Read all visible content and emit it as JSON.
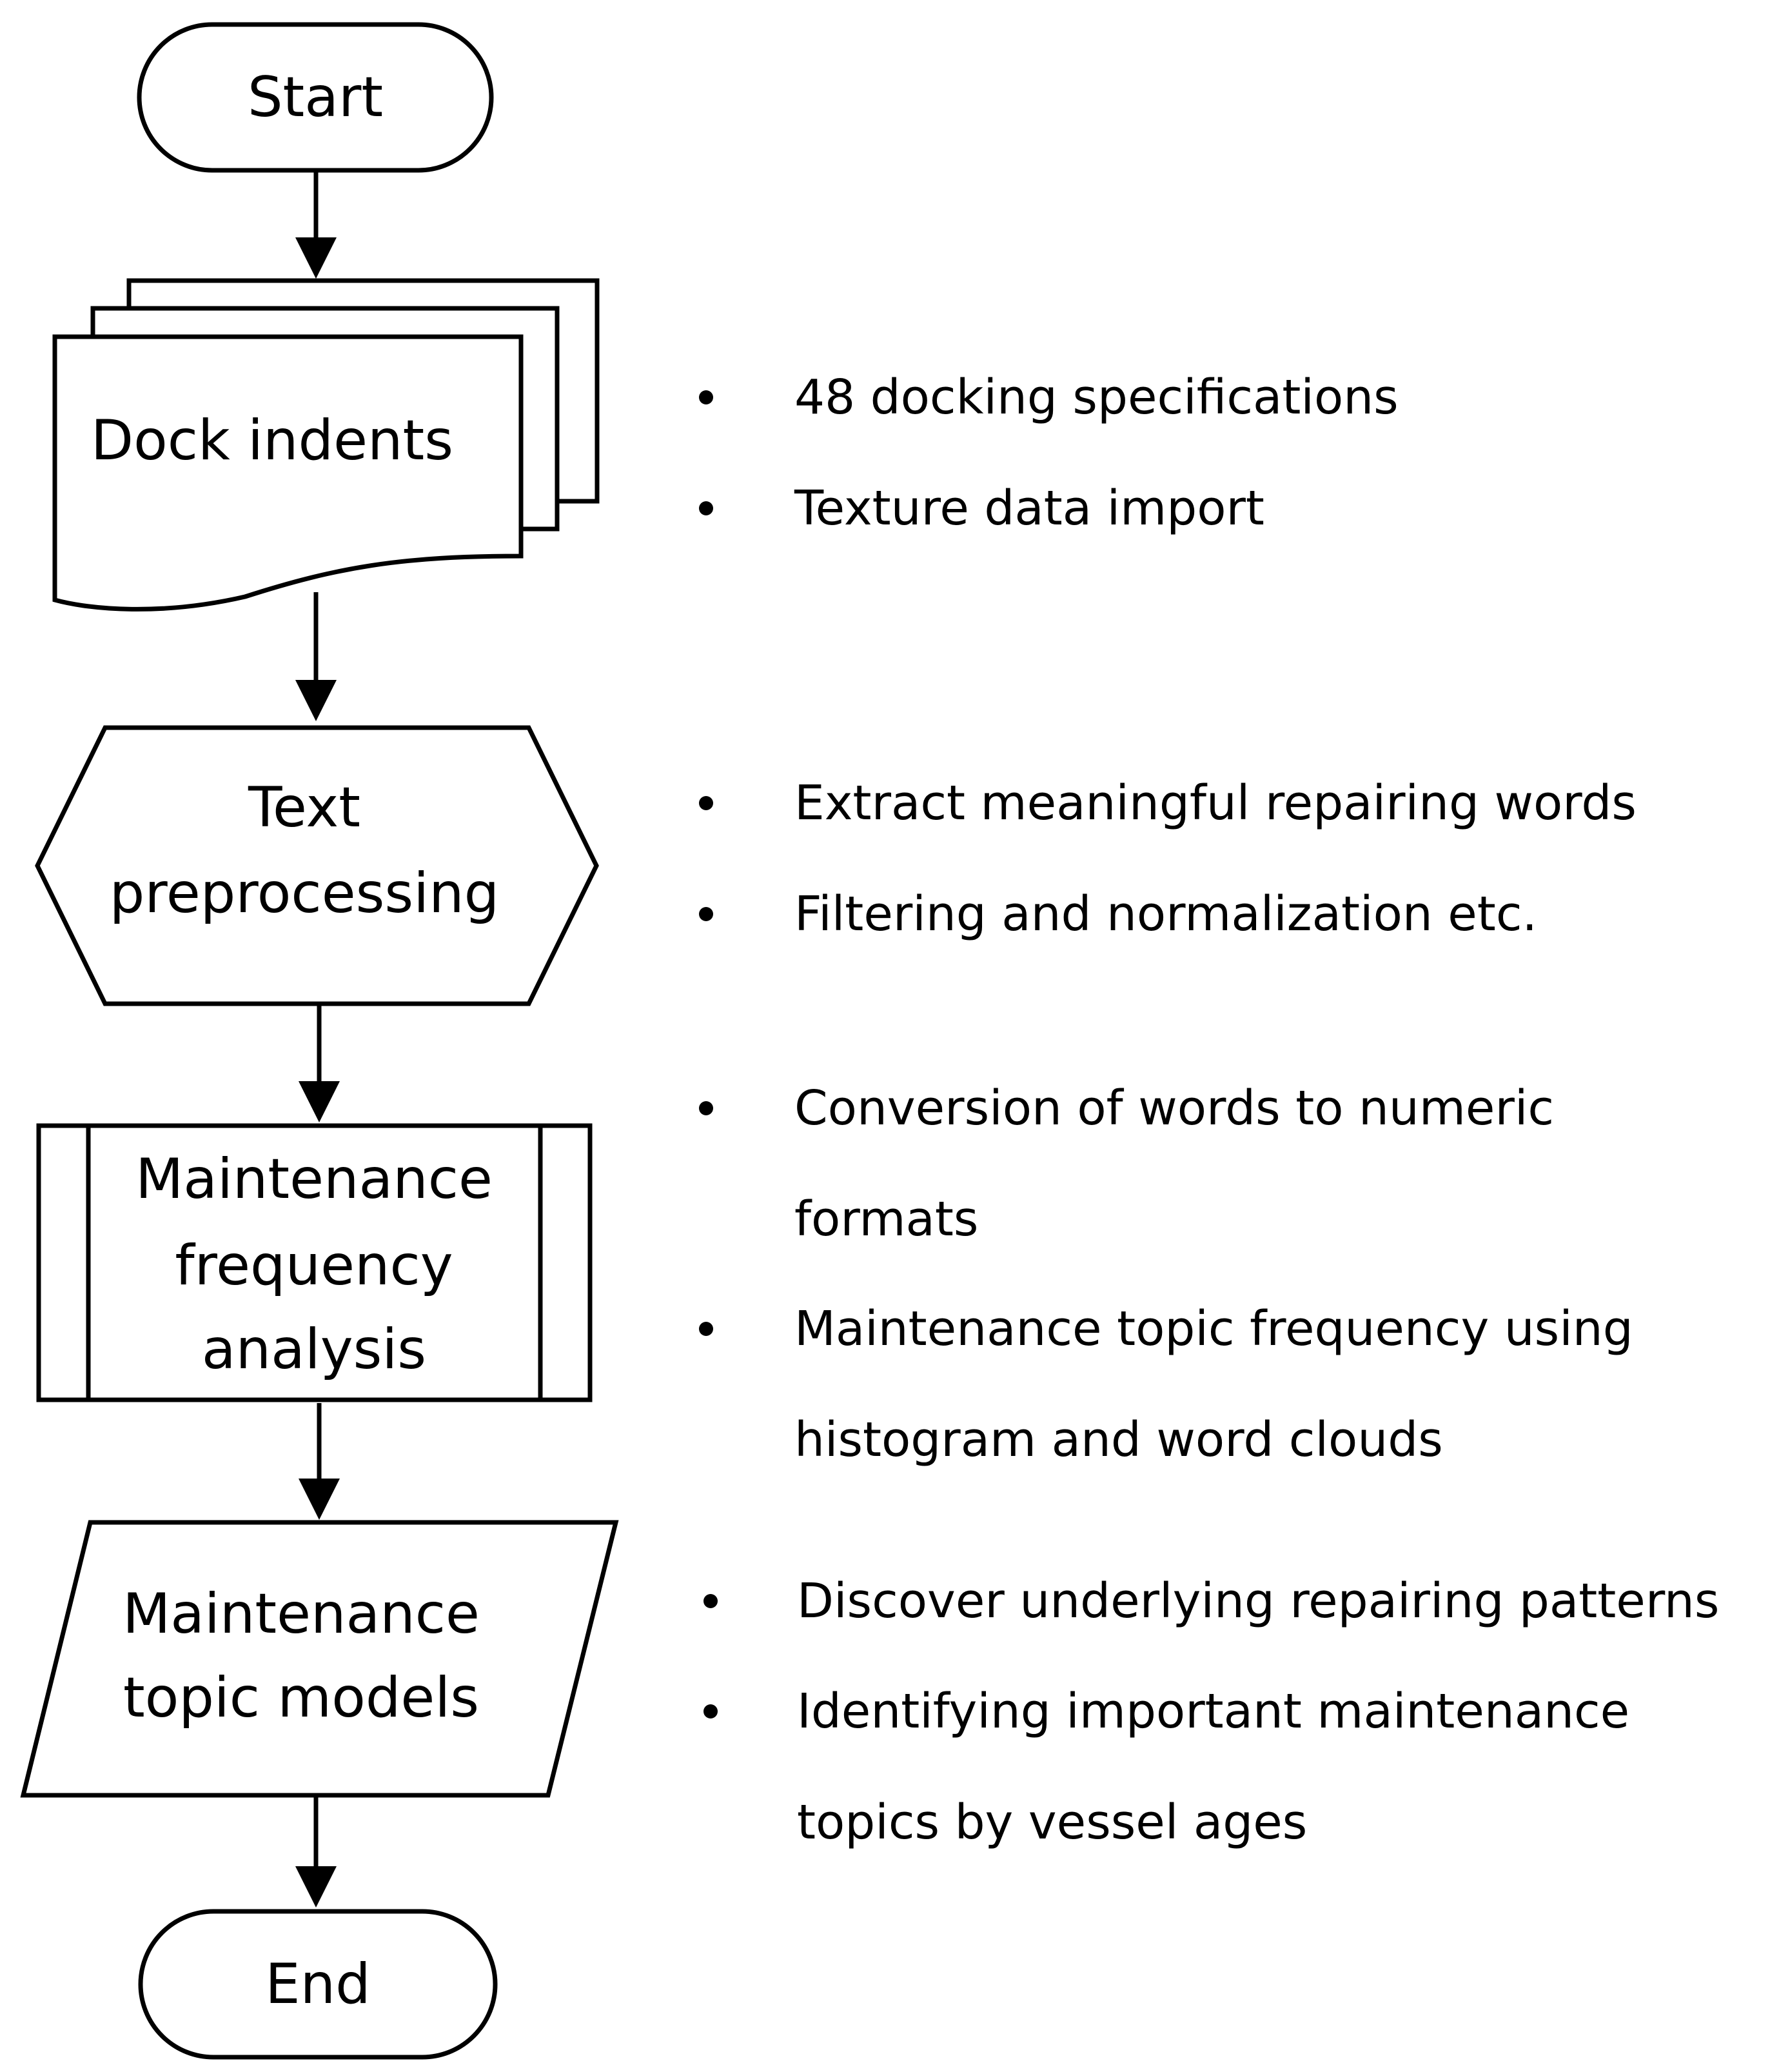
{
  "nodes": {
    "start": {
      "label": "Start"
    },
    "dock_indents": {
      "label": "Dock indents"
    },
    "text_preprocessing": {
      "lines": [
        "Text",
        "preprocessing"
      ]
    },
    "frequency_analysis": {
      "lines": [
        "Maintenance",
        "frequency",
        "analysis"
      ]
    },
    "topic_models": {
      "lines": [
        "Maintenance",
        "topic models"
      ]
    },
    "end": {
      "label": "End"
    }
  },
  "notes": {
    "dock_indents": [
      [
        "48 docking specifications"
      ],
      [
        "Texture data import"
      ]
    ],
    "text_preprocessing": [
      [
        "Extract meaningful repairing words"
      ],
      [
        "Filtering and normalization etc."
      ]
    ],
    "frequency_analysis": [
      [
        "Conversion of words to numeric",
        "formats"
      ],
      [
        "Maintenance topic frequency using",
        "histogram and word clouds"
      ]
    ],
    "topic_models": [
      [
        "Discover underlying repairing patterns"
      ],
      [
        "Identifying important maintenance",
        "topics by vessel ages"
      ]
    ]
  }
}
